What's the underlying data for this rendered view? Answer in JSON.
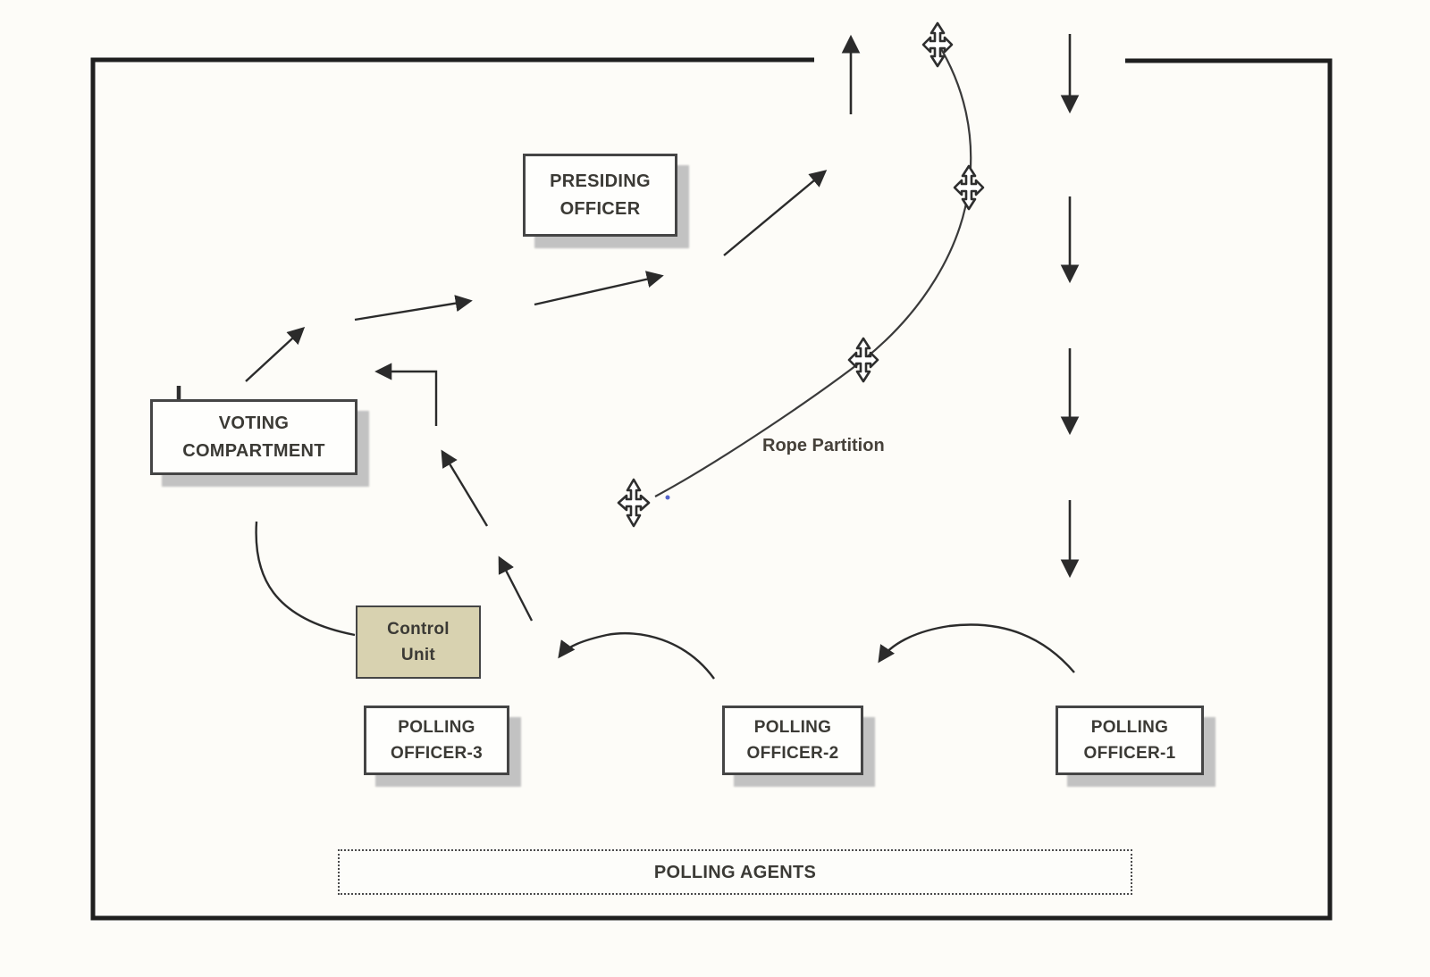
{
  "diagram": {
    "boxes": {
      "presiding_officer": {
        "line1": "PRESIDING",
        "line2": "OFFICER"
      },
      "voting_compartment": {
        "line1": "VOTING",
        "line2": "COMPARTMENT"
      },
      "control_unit": {
        "line1": "Control",
        "line2": "Unit"
      },
      "polling_officer_3": {
        "line1": "POLLING",
        "line2": "OFFICER-3"
      },
      "polling_officer_2": {
        "line1": "POLLING",
        "line2": "OFFICER-2"
      },
      "polling_officer_1": {
        "line1": "POLLING",
        "line2": "OFFICER-1"
      },
      "polling_agents": {
        "label": "POLLING AGENTS"
      }
    },
    "annotations": {
      "rope_partition_label": "Rope Partition"
    },
    "icons": {
      "rope_post": "four-point-move-cross",
      "flow_arrows": "black-filled-triangle-arrowheads"
    },
    "colors": {
      "wall": "#1f1f1f",
      "arrow": "#2b2b2b",
      "box_border": "#454545",
      "box_shadow": "#c2c2c2",
      "control_unit_fill": "#d8d2b0",
      "label_text": "#3b3a35",
      "blue_dot": "#5566cc"
    }
  }
}
